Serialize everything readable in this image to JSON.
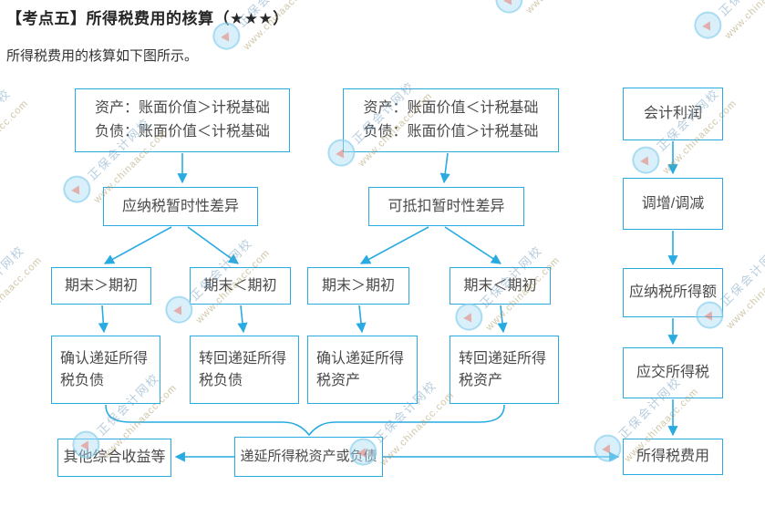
{
  "page": {
    "title": "【考点五】所得税费用的核算（★★★）",
    "subtitle": "所得税费用的核算如下图所示。"
  },
  "watermark": {
    "brand": "正保会计网校",
    "url": "www.chinaacc.com"
  },
  "colors": {
    "accent": "#29ABE2",
    "box_text": "#4a4a4a",
    "title_text": "#262626"
  },
  "diagram": {
    "nodes": {
      "a1": {
        "lines": [
          "资产：账面价值＞计税基础",
          "负债：账面价值＜计税基础"
        ]
      },
      "a2": {
        "lines": [
          "资产：账面价值＜计税基础",
          "负债：账面价值＞计税基础"
        ]
      },
      "a3": {
        "text": "会计利润"
      },
      "b1": {
        "text": "应纳税暂时性差异"
      },
      "b2": {
        "text": "可抵扣暂时性差异"
      },
      "b3": {
        "text": "调增/调减"
      },
      "c1": {
        "text": "期末＞期初"
      },
      "c2": {
        "text": "期末＜期初"
      },
      "c3": {
        "text": "期末＞期初"
      },
      "c4": {
        "text": "期末＜期初"
      },
      "c5": {
        "text": "应纳税所得额"
      },
      "d1": {
        "text": "确认递延所得税负债"
      },
      "d2": {
        "text": "转回递延所得税负债"
      },
      "d3": {
        "text": "确认递延所得税资产"
      },
      "d4": {
        "text": "转回递延所得税资产"
      },
      "d5": {
        "text": "应交所得税"
      },
      "e1": {
        "text": "其他综合收益等"
      },
      "e2": {
        "text": "递延所得税资产或负债"
      },
      "e3": {
        "text": "所得税费用"
      }
    },
    "edges": [
      {
        "from": "a1",
        "to": "b1"
      },
      {
        "from": "a2",
        "to": "b2"
      },
      {
        "from": "a3",
        "to": "b3"
      },
      {
        "from": "b1",
        "to": "c1"
      },
      {
        "from": "b1",
        "to": "c2"
      },
      {
        "from": "b2",
        "to": "c3"
      },
      {
        "from": "b2",
        "to": "c4"
      },
      {
        "from": "b3",
        "to": "c5"
      },
      {
        "from": "c1",
        "to": "d1"
      },
      {
        "from": "c2",
        "to": "d2"
      },
      {
        "from": "c3",
        "to": "d3"
      },
      {
        "from": "c4",
        "to": "d4"
      },
      {
        "from": "c5",
        "to": "d5"
      },
      {
        "from": "d1+d2+d3+d4",
        "to": "e2",
        "style": "brace"
      },
      {
        "from": "e2",
        "to": "e1"
      },
      {
        "from": "e2",
        "to": "e3"
      },
      {
        "from": "d5",
        "to": "e3"
      }
    ]
  }
}
